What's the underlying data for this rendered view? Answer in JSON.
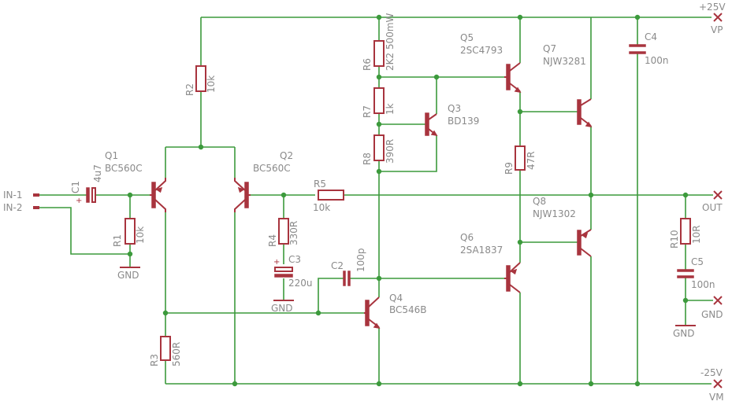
{
  "rails": {
    "vp_voltage": "+25V",
    "vp_name": "VP",
    "vm_voltage": "-25V",
    "vm_name": "VM"
  },
  "ports": {
    "in1": "IN-1",
    "in2": "IN-2",
    "out": "OUT",
    "gnd_right": "GND"
  },
  "ground_labels": [
    "GND",
    "GND",
    "GND"
  ],
  "components": {
    "r1": {
      "name": "R1",
      "value": "10k"
    },
    "r2": {
      "name": "R2",
      "value": "10k"
    },
    "r3": {
      "name": "R3",
      "value": "560R"
    },
    "r4": {
      "name": "R4",
      "value": "330R"
    },
    "r5": {
      "name": "R5",
      "value": "10k"
    },
    "r6": {
      "name": "R6",
      "value": "2K2 500mW"
    },
    "r7": {
      "name": "R7",
      "value": "1k"
    },
    "r8": {
      "name": "R8",
      "value": "390R"
    },
    "r9": {
      "name": "R9",
      "value": "47R"
    },
    "r10": {
      "name": "R10",
      "value": "10R"
    },
    "c1": {
      "name": "C1",
      "value": "4u7"
    },
    "c2": {
      "name": "C2",
      "value": "100p"
    },
    "c3": {
      "name": "C3",
      "value": "220u"
    },
    "c4": {
      "name": "C4",
      "value": "100n"
    },
    "c5": {
      "name": "C5",
      "value": "100n"
    },
    "q1": {
      "name": "Q1",
      "part": "BC560C"
    },
    "q2": {
      "name": "Q2",
      "part": "BC560C"
    },
    "q3": {
      "name": "Q3",
      "part": "BD139"
    },
    "q4": {
      "name": "Q4",
      "part": "BC546B"
    },
    "q5": {
      "name": "Q5",
      "part": "2SC4793"
    },
    "q6": {
      "name": "Q6",
      "part": "2SA1837"
    },
    "q7": {
      "name": "Q7",
      "part": "NJW3281"
    },
    "q8": {
      "name": "Q8",
      "part": "NJW1302"
    }
  }
}
